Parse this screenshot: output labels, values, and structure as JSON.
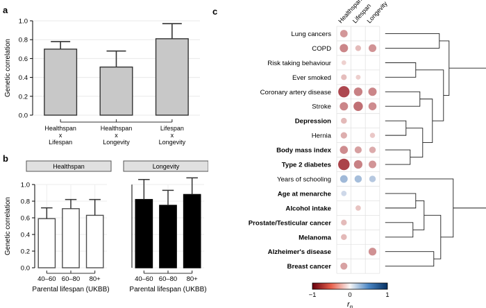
{
  "figure": {
    "panels": [
      {
        "id": "a",
        "letter": "a"
      },
      {
        "id": "b",
        "letter": "b"
      },
      {
        "id": "c",
        "letter": "c"
      }
    ]
  },
  "panel_a": {
    "letter": "a",
    "chart_data": {
      "type": "bar",
      "title": "",
      "xlabel": "",
      "ylabel": "Genetic correlation",
      "ylim": [
        0,
        1.0
      ],
      "ytick_labels": [
        "0.0",
        "0.2",
        "0.4",
        "0.6",
        "0.8",
        "1.0"
      ],
      "ytick_values": [
        0.0,
        0.2,
        0.4,
        0.6,
        0.8,
        1.0
      ],
      "grid": true,
      "bar_fill": "#c8c8c8",
      "bar_stroke": "#333333",
      "categories": [
        "Healthspan x Lifespan",
        "Healthspan x Longevity",
        "Lifespan x Longevity"
      ],
      "category_lines": [
        [
          "Healthspan",
          "x",
          "Lifespan"
        ],
        [
          "Healthspan",
          "x",
          "Longevity"
        ],
        [
          "Lifespan",
          "x",
          "Longevity"
        ]
      ],
      "values": [
        0.7,
        0.51,
        0.81
      ],
      "err_high": [
        0.78,
        0.68,
        0.97
      ],
      "err_low": [
        0.7,
        0.51,
        0.81
      ]
    }
  },
  "panel_b": {
    "letter": "b",
    "strip_labels": [
      "Healthspan",
      "Longevity"
    ],
    "chart_data": [
      {
        "type": "bar",
        "title": "Healthspan",
        "xlabel": "Parental lifespan (UKBB)",
        "ylabel": "Genetic correlation",
        "ylim": [
          0,
          1.0
        ],
        "ytick_labels": [
          "0.0",
          "0.2",
          "0.4",
          "0.6",
          "0.8",
          "1.0"
        ],
        "ytick_values": [
          0.0,
          0.2,
          0.4,
          0.6,
          0.8,
          1.0
        ],
        "grid": true,
        "bar_fill": "#ffffff",
        "bar_stroke": "#4d4d4d",
        "categories": [
          "40–60",
          "60–80",
          "80+"
        ],
        "values": [
          0.59,
          0.71,
          0.63
        ],
        "err_high": [
          0.72,
          0.82,
          0.82
        ],
        "err_low": [
          0.59,
          0.71,
          0.63
        ]
      },
      {
        "type": "bar",
        "title": "Longevity",
        "xlabel": "Parental lifespan (UKBB)",
        "ylabel": "Genetic correlation",
        "ylim": [
          0,
          1.0
        ],
        "ytick_labels": [
          "0.0",
          "0.2",
          "0.4",
          "0.6",
          "0.8",
          "1.0"
        ],
        "ytick_values": [
          0.0,
          0.2,
          0.4,
          0.6,
          0.8,
          1.0
        ],
        "grid": true,
        "bar_fill": "#000000",
        "bar_stroke": "#000000",
        "categories": [
          "40–60",
          "60–80",
          "80+"
        ],
        "values": [
          0.82,
          0.75,
          0.88
        ],
        "err_high": [
          1.06,
          0.93,
          1.08
        ],
        "err_low": [
          0.82,
          0.75,
          0.88
        ]
      }
    ]
  },
  "panel_c": {
    "letter": "c",
    "chart_data": {
      "type": "heatmap",
      "title": "",
      "legend_label": "r",
      "legend_sub": "g",
      "legend_ticks": [
        "−1",
        "0",
        "1"
      ],
      "colorbar_low": "#67000d",
      "colorbar_mid": "#f7f7f7",
      "colorbar_high": "#053061",
      "columns": [
        "Healthspan",
        "Lifespan",
        "Longevity"
      ],
      "rows": [
        {
          "label": "Lung cancers",
          "bold": false,
          "values": [
            0.42,
            null,
            null
          ]
        },
        {
          "label": "COPD",
          "bold": false,
          "values": [
            0.5,
            0.26,
            0.44
          ]
        },
        {
          "label": "Risk taking behaviour",
          "bold": false,
          "values": [
            0.16,
            null,
            null
          ]
        },
        {
          "label": "Ever smoked",
          "bold": false,
          "values": [
            0.25,
            0.17,
            null
          ]
        },
        {
          "label": "Coronary artery disease",
          "bold": false,
          "values": [
            0.78,
            0.52,
            0.5
          ]
        },
        {
          "label": "Stroke",
          "bold": false,
          "values": [
            0.5,
            0.6,
            0.47
          ]
        },
        {
          "label": "Depression",
          "bold": true,
          "values": [
            0.27,
            null,
            null
          ]
        },
        {
          "label": "Hernia",
          "bold": false,
          "values": [
            0.32,
            null,
            0.2
          ]
        },
        {
          "label": "Body mass index",
          "bold": true,
          "values": [
            0.47,
            0.38,
            0.33
          ]
        },
        {
          "label": "Type 2 diabetes",
          "bold": true,
          "values": [
            0.8,
            0.52,
            0.43
          ]
        },
        {
          "label": "Years of schooling",
          "bold": false,
          "values": [
            -0.43,
            -0.4,
            -0.33
          ]
        },
        {
          "label": "Age at menarche",
          "bold": true,
          "values": [
            -0.22,
            null,
            null
          ]
        },
        {
          "label": "Alcohol intake",
          "bold": true,
          "values": [
            null,
            0.22,
            null
          ]
        },
        {
          "label": "Prostate/Testicular cancer",
          "bold": true,
          "values": [
            0.26,
            null,
            null
          ]
        },
        {
          "label": "Melanoma",
          "bold": true,
          "values": [
            0.27,
            null,
            null
          ]
        },
        {
          "label": "Alzheimer's disease",
          "bold": true,
          "values": [
            null,
            null,
            0.45
          ]
        },
        {
          "label": "Breast cancer",
          "bold": true,
          "values": [
            0.37,
            null,
            null
          ]
        }
      ]
    }
  }
}
